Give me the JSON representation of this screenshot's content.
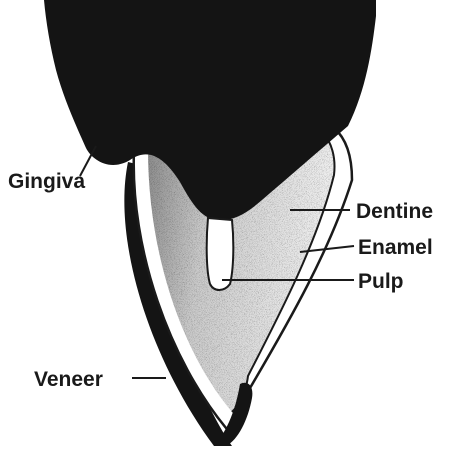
{
  "labels": {
    "gingiva": "Gingiva",
    "dentine": "Dentine",
    "enamel": "Enamel",
    "pulp": "Pulp",
    "veneer": "Veneer"
  },
  "colors": {
    "ink": "#1a1a1a",
    "paper": "#ffffff",
    "dentine_fill": "#ebebeb"
  }
}
